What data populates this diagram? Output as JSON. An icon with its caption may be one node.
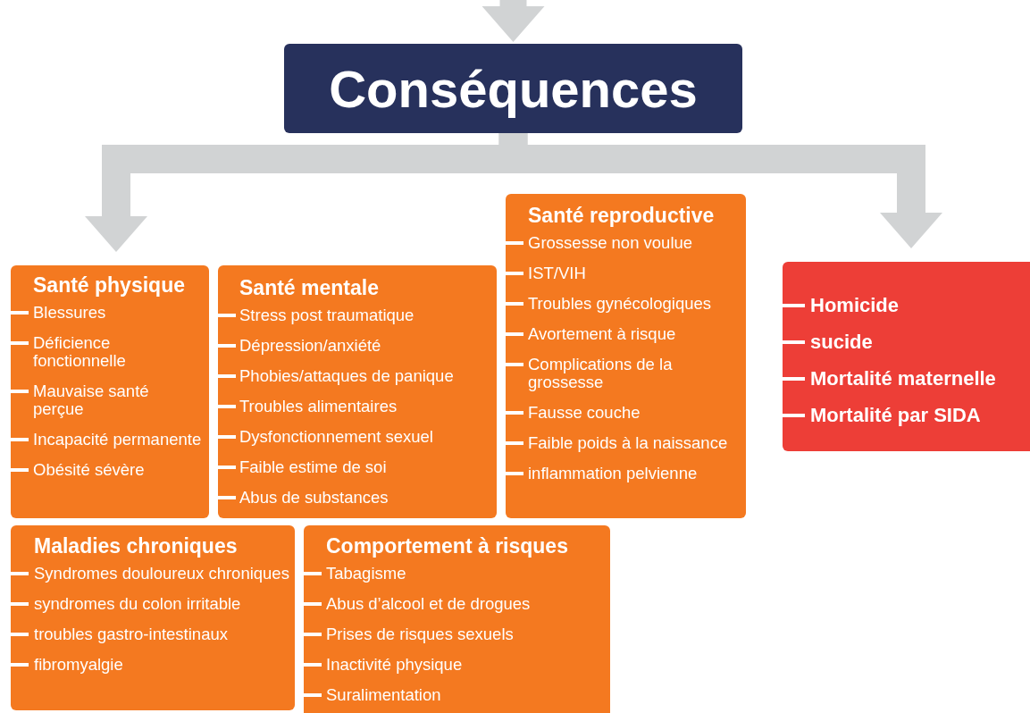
{
  "diagram": {
    "nodes": [
      {
        "text": [
          "Conséquences"
        ]
      },
      {
        "text": [
          "Santé physique",
          "Blessures",
          "Déficience fonctionnelle",
          "Mauvaise santé perçue",
          "Incapacité permanente",
          "Obésité sévère"
        ]
      },
      {
        "text": [
          "Santé mentale",
          "Stress post traumatique",
          "Dépression/anxiété",
          "Phobies/attaques de panique",
          "Troubles alimentaires",
          "Dysfonctionnement sexuel",
          "Faible estime de soi",
          "Abus de substances"
        ]
      },
      {
        "text": [
          "Santé reproductive",
          "Grossesse non voulue",
          "IST/VIH",
          "Troubles gynécologiques",
          "Avortement à risque",
          "Complications de la grossesse",
          "Fausse couche",
          "Faible poids à la naissance",
          "inflammation pelvienne"
        ]
      },
      {
        "text": [
          "Maladies chroniques",
          "Syndromes douloureux chroniques",
          "syndromes du colon irritable",
          "troubles gastro-intestinaux",
          "fibromyalgie"
        ]
      },
      {
        "text": [
          "Comportement à risques",
          "Tabagisme",
          "Abus d’alcool et de drogues",
          "Prises de risques sexuels",
          "Inactivité physique",
          "Suralimentation"
        ]
      },
      {
        "text": [
          "Homicide",
          "sucide",
          "Mortalité maternelle",
          "Mortalité par SIDA"
        ]
      }
    ],
    "edges": [
      {
        "from": null,
        "to": 0,
        "arrow": "to"
      },
      {
        "from": 0,
        "to": 1,
        "arrow": "to"
      },
      {
        "from": 0,
        "to": 6,
        "arrow": "to"
      }
    ]
  }
}
